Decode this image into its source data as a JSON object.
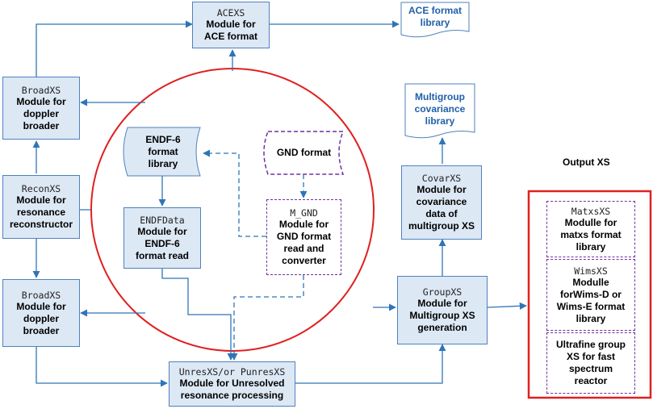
{
  "nodes": {
    "acexs": {
      "title": "ACEXS",
      "desc": "Module for\nACE format"
    },
    "ace_lib": {
      "label": "ACE format\nlibrary"
    },
    "broadxs_top": {
      "title": "BroadXS",
      "desc": "Module for\ndoppler\nbroader"
    },
    "reconxs": {
      "title": "ReconXS",
      "desc": "Module for\nresonance\nreconstructor"
    },
    "broadxs_bottom": {
      "title": "BroadXS",
      "desc": "Module for\ndoppler\nbroader"
    },
    "endf6_lib": {
      "label": "ENDF-6\nformat\nlibrary"
    },
    "gnd_format": {
      "label": "GND format"
    },
    "endfdata": {
      "title": "ENDFData",
      "desc": "Module for\nENDF-6\nformat read"
    },
    "m_gnd": {
      "title": "M_GND",
      "desc": "Module for\nGND format\nread and\nconverter"
    },
    "multigroup_cov_lib": {
      "label": "Multigroup\ncovariance\nlibrary"
    },
    "covarxs": {
      "title": "CovarXS",
      "desc": "Module for\ncovariance\ndata of\nmultigroup XS"
    },
    "groupxs": {
      "title": "GroupXS",
      "desc": "Module for\nMultigroup XS\ngeneration"
    },
    "unresxs": {
      "title": "UnresXS/or PunresXS",
      "desc": "Module for Unresolved\nresonance processing"
    }
  },
  "output": {
    "title": "Output XS",
    "matxsxs": {
      "title": "MatxsXS",
      "desc": "Modulle for\nmatxs format\nlibrary"
    },
    "wimsxs": {
      "title": "WimsXS",
      "desc": "Modulle\nforWims-D or\nWims-E  format\nlibrary"
    },
    "ultrafine": {
      "desc": "Ultrafine group\nXS for fast\nspectrum\nreactor"
    }
  },
  "colors": {
    "box_fill": "#dde8f5",
    "box_border": "#4f81bd",
    "arrow": "#2e75b6",
    "circle": "#e02020",
    "dashed": "#7030a0",
    "lib_text": "#1f5fa8"
  }
}
